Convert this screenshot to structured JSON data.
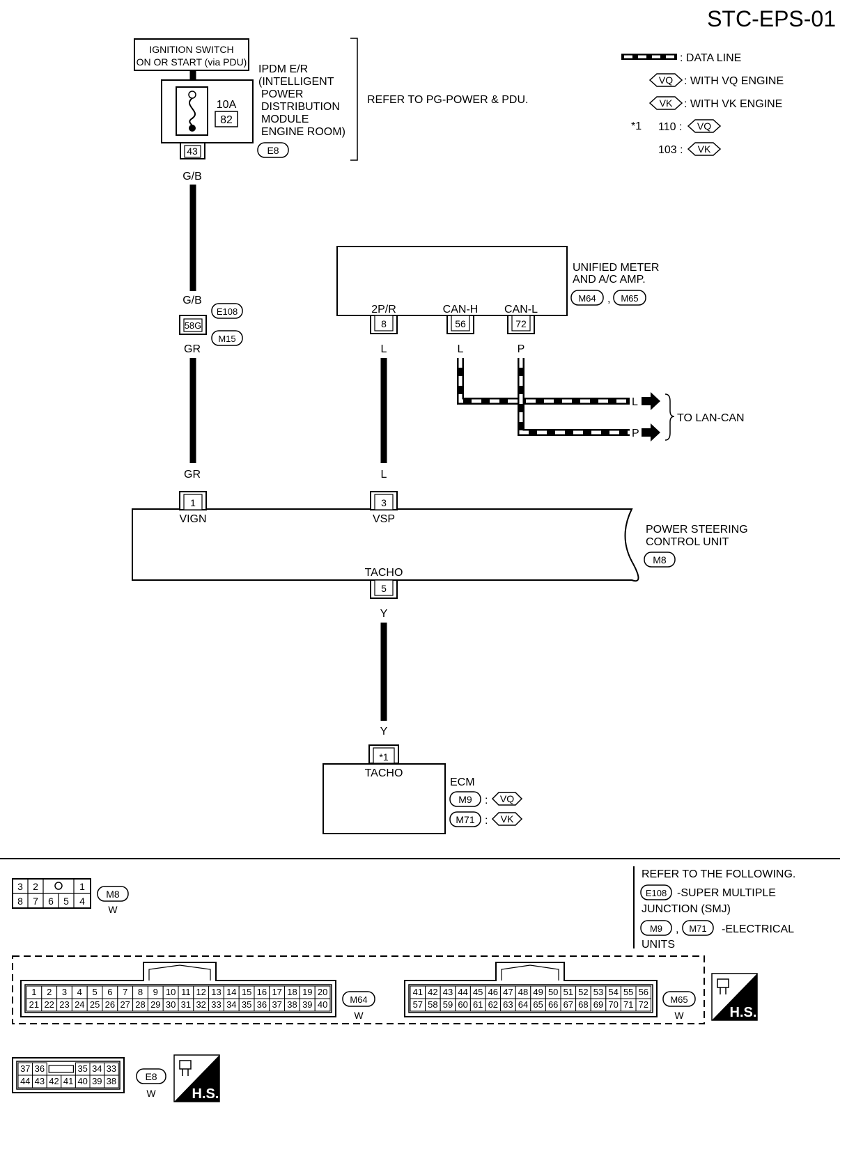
{
  "page_code": "STC-EPS-01",
  "legend": {
    "data_line": ": DATA LINE",
    "with_vq": ": WITH VQ ENGINE",
    "with_vk": ": WITH VK ENGINE",
    "vq": "VQ",
    "vk": "VK",
    "star1": "*1",
    "star1_vq_value": "110 :",
    "star1_vk_value": "103 :"
  },
  "ignition": {
    "line1": "IGNITION SWITCH",
    "line2": "ON OR START (via PDU)"
  },
  "ipdm": {
    "line1": "IPDM E/R",
    "line2": "(INTELLIGENT",
    "line3": "POWER",
    "line4": "DISTRIBUTION",
    "line5": "MODULE",
    "line6": "ENGINE ROOM)",
    "fuse_rating": "10A",
    "fuse_no": "82",
    "terminal": "43",
    "connector": "E8",
    "refer": "REFER TO PG-POWER & PDU."
  },
  "wires": {
    "gb_top": "G/B",
    "gb_bottom": "G/B",
    "gr_top": "GR",
    "gr_bottom": "GR",
    "l_meter_top": "L",
    "l_meter_bottom": "L",
    "l_can": "L",
    "p_can": "P",
    "l_arrow": "L",
    "p_arrow": "P",
    "y_top": "Y",
    "y_bottom": "Y"
  },
  "junction": {
    "terminal": "58G",
    "connector_a": "E108",
    "connector_b": "M15"
  },
  "meter": {
    "line1": "UNIFIED METER",
    "line2": "AND A/C AMP.",
    "connector_a": "M64",
    "connector_b": "M65",
    "sep": ",",
    "pin_2pr_label": "2P/R",
    "pin_2pr_no": "8",
    "pin_canh_label": "CAN-H",
    "pin_canh_no": "56",
    "pin_canl_label": "CAN-L",
    "pin_canl_no": "72",
    "to_lan": "TO LAN-CAN"
  },
  "pscu": {
    "line1": "POWER STEERING",
    "line2": "CONTROL UNIT",
    "connector": "M8",
    "vign_no": "1",
    "vign_label": "VIGN",
    "vsp_no": "3",
    "vsp_label": "VSP",
    "tacho_label": "TACHO",
    "tacho_no": "5"
  },
  "ecm": {
    "label": "ECM",
    "pin_no": "*1",
    "pin_label": "TACHO",
    "connector_vq": "M9",
    "connector_vk": "M71",
    "colon": ":",
    "vq": "VQ",
    "vk": "VK"
  },
  "refer_box": {
    "line1": "REFER TO THE FOLLOWING.",
    "e108": "E108",
    "e108_text": "-SUPER MULTIPLE",
    "e108_text2": "JUNCTION (SMJ)",
    "m9": "M9",
    "sep": ",",
    "m71": "M71",
    "m_text": "-ELECTRICAL",
    "m_text2": "UNITS"
  },
  "connectors": {
    "m8": {
      "name": "M8",
      "color": "W",
      "row1": [
        "3",
        "2",
        "",
        "1"
      ],
      "row2": [
        "8",
        "7",
        "6",
        "5",
        "4"
      ]
    },
    "m64": {
      "name": "M64",
      "color": "W",
      "row1": [
        "1",
        "2",
        "3",
        "4",
        "5",
        "6",
        "7",
        "8",
        "9",
        "10",
        "11",
        "12",
        "13",
        "14",
        "15",
        "16",
        "17",
        "18",
        "19",
        "20"
      ],
      "row2": [
        "21",
        "22",
        "23",
        "24",
        "25",
        "26",
        "27",
        "28",
        "29",
        "30",
        "31",
        "32",
        "33",
        "34",
        "35",
        "36",
        "37",
        "38",
        "39",
        "40"
      ]
    },
    "m65": {
      "name": "M65",
      "color": "W",
      "row1": [
        "41",
        "42",
        "43",
        "44",
        "45",
        "46",
        "47",
        "48",
        "49",
        "50",
        "51",
        "52",
        "53",
        "54",
        "55",
        "56"
      ],
      "row2": [
        "57",
        "58",
        "59",
        "60",
        "61",
        "62",
        "63",
        "64",
        "65",
        "66",
        "67",
        "68",
        "69",
        "70",
        "71",
        "72"
      ]
    },
    "e8": {
      "name": "E8",
      "color": "W",
      "row1": [
        "37",
        "36",
        "35",
        "34",
        "33"
      ],
      "row2": [
        "44",
        "43",
        "42",
        "41",
        "40",
        "39",
        "38"
      ]
    },
    "hs_label": "H.S."
  }
}
